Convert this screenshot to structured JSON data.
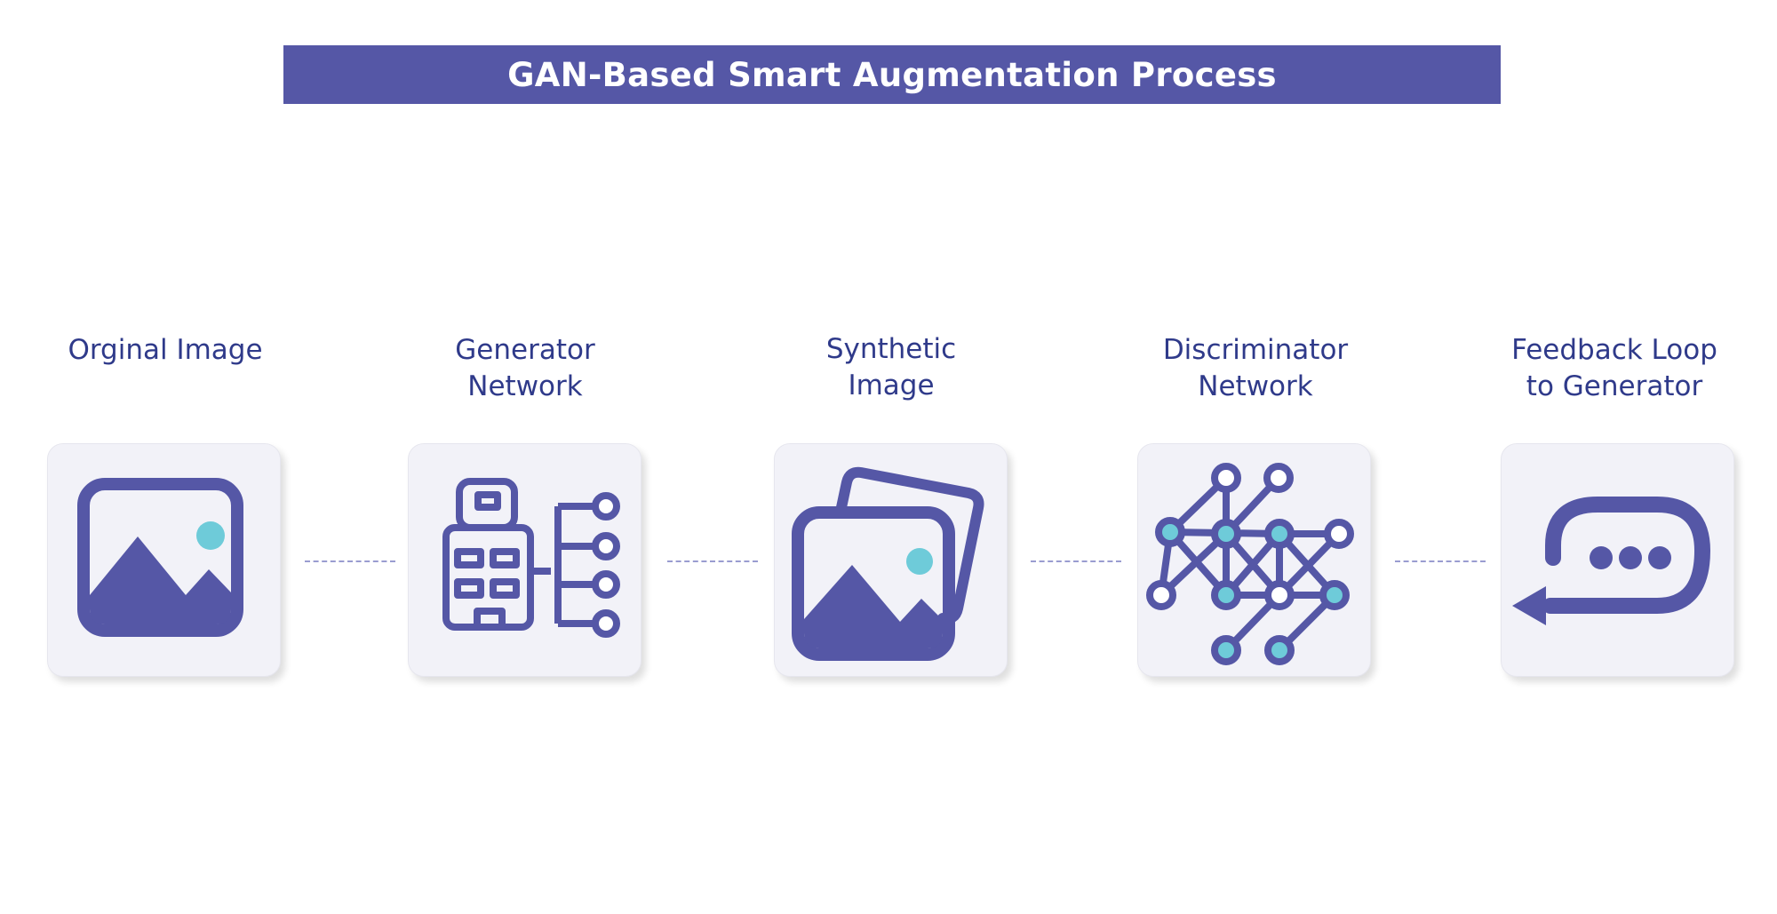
{
  "title": "GAN-Based Smart Augmentation Process",
  "colors": {
    "primary": "#5557a6",
    "accent": "#6ecbd9",
    "label_text": "#2f3a8a",
    "card_background": "#f2f2f8"
  },
  "steps": [
    {
      "label_lines": [
        "Orginal Image"
      ],
      "icon": "image-icon"
    },
    {
      "label_lines": [
        "Generator",
        "Network"
      ],
      "icon": "building-network-icon"
    },
    {
      "label_lines": [
        "Synthetic",
        "Image"
      ],
      "icon": "stacked-images-icon"
    },
    {
      "label_lines": [
        "Discriminator",
        "Network"
      ],
      "icon": "neural-network-icon"
    },
    {
      "label_lines": [
        "Feedback Loop",
        "to Generator"
      ],
      "icon": "feedback-loop-icon"
    }
  ]
}
